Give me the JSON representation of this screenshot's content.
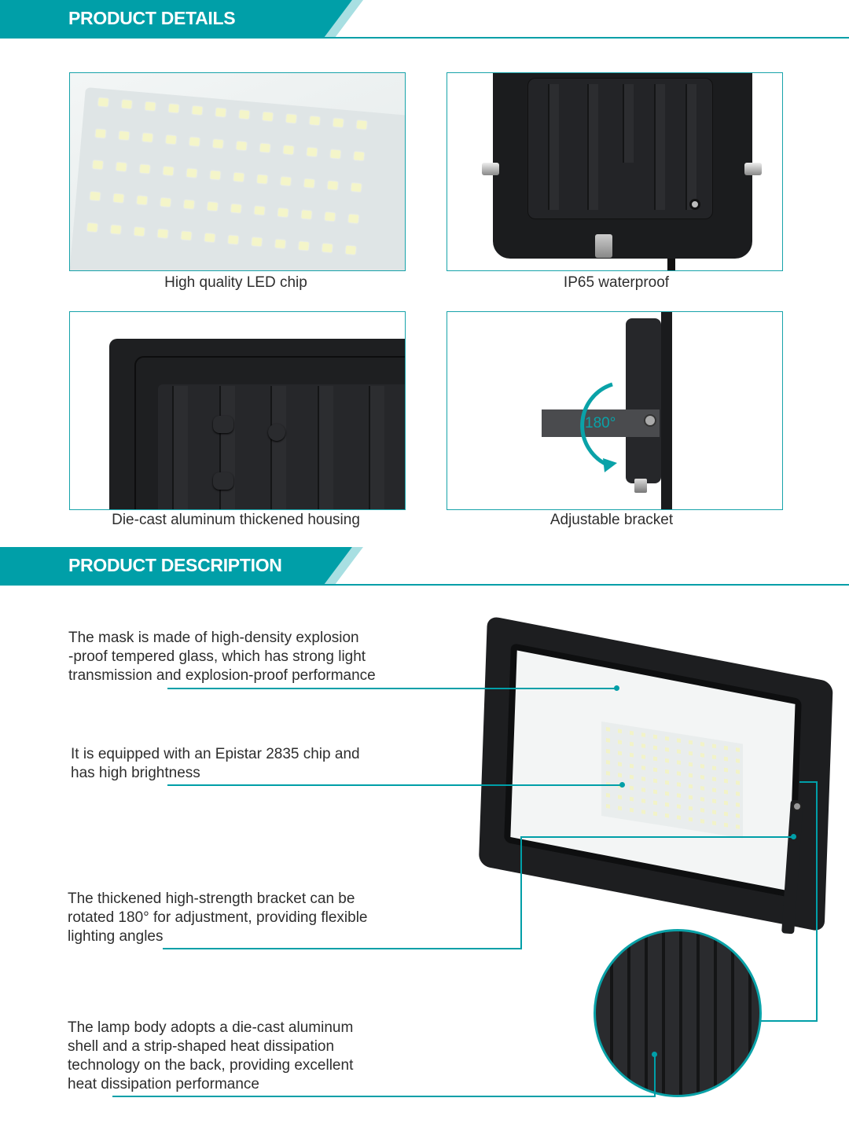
{
  "sections": {
    "details": {
      "title": "PRODUCT DETAILS"
    },
    "description": {
      "title": "PRODUCT DESCRIPTION"
    }
  },
  "details": {
    "cards": [
      {
        "caption": "High quality LED chip",
        "image": "led-chip-closeup"
      },
      {
        "caption": "IP65 waterproof",
        "image": "back-housing-with-cable-gland"
      },
      {
        "caption": "Die-cast aluminum thickened housing",
        "image": "housing-corner-closeup"
      },
      {
        "caption": "Adjustable bracket",
        "image": "side-view-bracket",
        "rotation_label": "180°"
      }
    ]
  },
  "description": {
    "items": [
      {
        "text_lines": [
          "The mask is made of high-density explosion",
          "-proof tempered glass, which has strong light",
          "transmission and explosion-proof performance"
        ]
      },
      {
        "text_lines": [
          "It is equipped with an Epistar 2835 chip and",
          "has high brightness"
        ]
      },
      {
        "text_lines": [
          "The thickened high-strength bracket can be",
          "rotated 180° for adjustment, providing flexible",
          "lighting angles"
        ]
      },
      {
        "text_lines": [
          "The lamp body adopts a die-cast aluminum",
          "shell and a strip-shaped heat dissipation",
          "technology on the back, providing excellent",
          "heat dissipation performance"
        ]
      }
    ]
  },
  "colors": {
    "accent": "#009fa8",
    "accent_light": "#a8dfe2",
    "text": "#2e2e2e",
    "housing": "#1e1f21"
  }
}
